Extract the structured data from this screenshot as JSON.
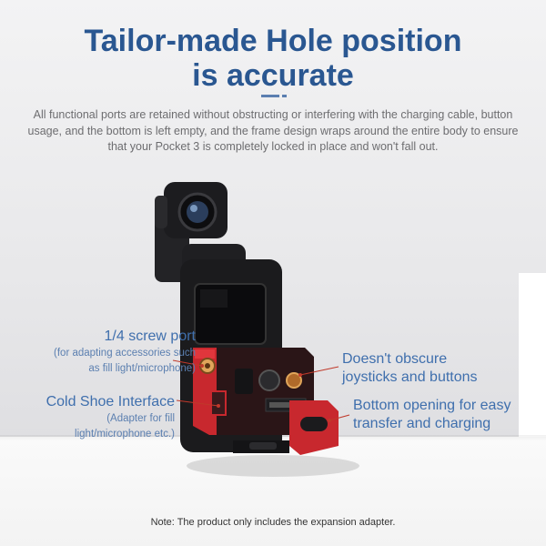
{
  "title": {
    "line1": "Tailor-made Hole position",
    "line2": "is accurate"
  },
  "description": "All functional ports are retained without obstructing or interfering with the charging cable, button usage, and the bottom is left empty, and the frame design wraps around the entire body to ensure that your Pocket 3 is completely locked in place and won't fall out.",
  "callouts": {
    "screw_port": {
      "label": "1/4 screw port",
      "sub1": "(for adapting accessories such",
      "sub2": "as fill light/microphone)"
    },
    "cold_shoe": {
      "label": "Cold Shoe Interface",
      "sub1": "(Adapter for fill",
      "sub2": "light/microphone etc.)"
    },
    "joysticks": {
      "line1": "Doesn't obscure",
      "line2": "joysticks and buttons"
    },
    "bottom_opening": {
      "line1": "Bottom opening for easy",
      "line2": "transfer and charging"
    }
  },
  "note": "Note: The product only includes the expansion adapter.",
  "colors": {
    "title": "#2a5791",
    "callout_text": "#3f6fad",
    "callout_line": "#c0392b",
    "frame_red": "#c8282e",
    "device_black": "#1b1b1d"
  }
}
